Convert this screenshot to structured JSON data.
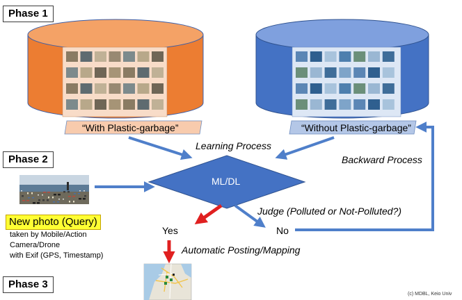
{
  "phases": {
    "phase1": "Phase 1",
    "phase2": "Phase 2",
    "phase3": "Phase 3"
  },
  "databases": {
    "with_label": "“With Plastic-garbage”",
    "without_label": "“Without Plastic-garbage”"
  },
  "process": {
    "learning": "Learning Process",
    "backward": "Backward Process",
    "model": "ML/DL",
    "judge": "Judge (Polluted or Not-Polluted?)",
    "yes": "Yes",
    "no": "No",
    "posting": "Automatic Posting/Mapping"
  },
  "query": {
    "title": "New photo (Query)",
    "line1": "taken by Mobile/Action",
    "line2": "Camera/Drone",
    "line3": "with Exif (GPS, Timestamp)"
  },
  "copyright": "(c) MDBL, Keio Univ",
  "colors": {
    "orange_db": "#ec7d32",
    "blue_db": "#4472c4",
    "arrow_blue": "#4f7fca",
    "arrow_red": "#e02020",
    "label_orange_bg": "#f8cbad",
    "label_blue_bg": "#b4c7e7",
    "query_bg": "#ffff33"
  }
}
